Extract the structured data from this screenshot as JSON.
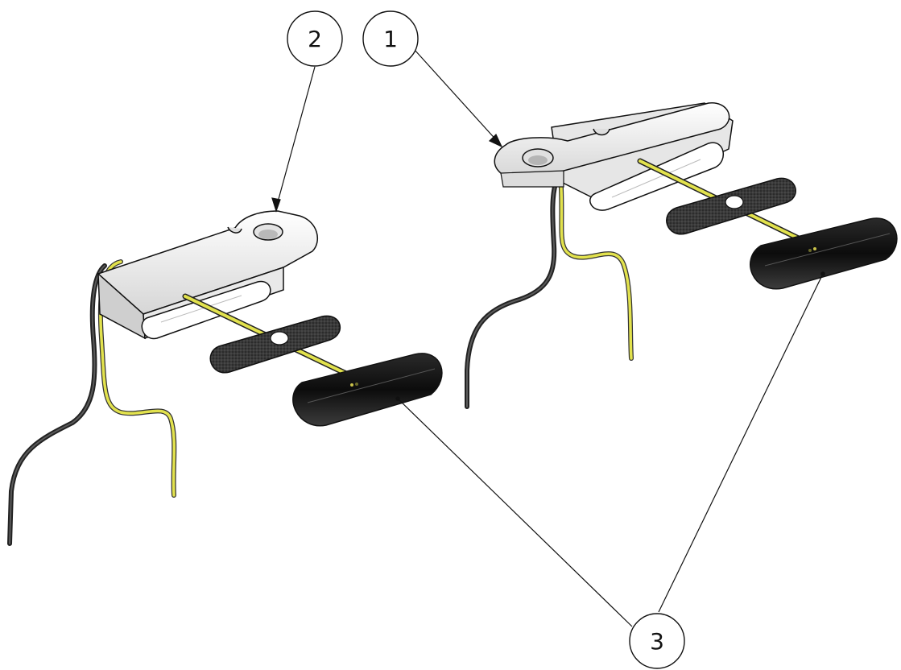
{
  "balloons": [
    {
      "id": "balloon-1",
      "label": "1"
    },
    {
      "id": "balloon-2",
      "label": "2"
    },
    {
      "id": "balloon-3",
      "label": "3"
    }
  ],
  "colors": {
    "bracket": "#f4f4f4",
    "outline": "#1a1a1a",
    "wire_yellow": "#d9d94a",
    "wire_dark": "#3a3a3a",
    "sensor": "#141414",
    "pad": "#2b2b2b"
  }
}
